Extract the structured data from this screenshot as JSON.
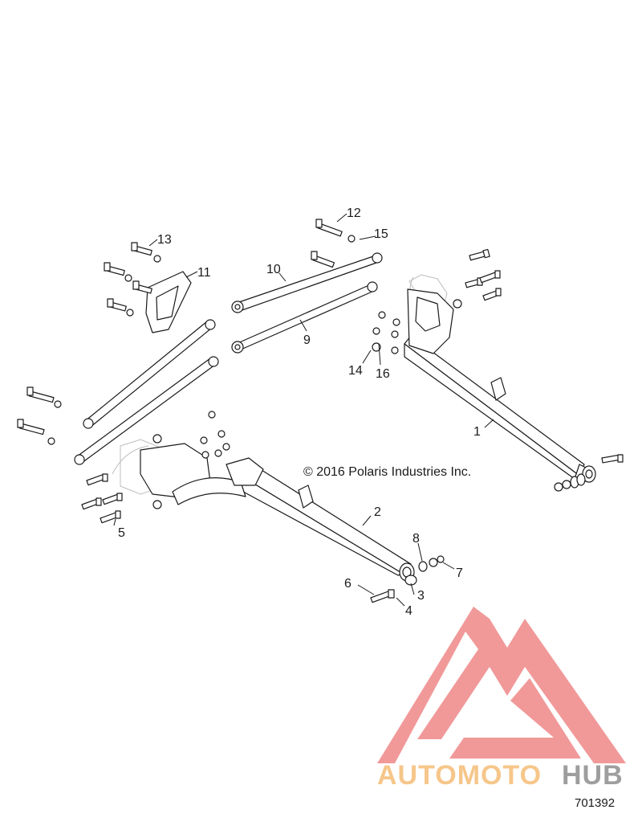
{
  "callouts": [
    {
      "id": "1",
      "label": "1"
    },
    {
      "id": "2",
      "label": "2"
    },
    {
      "id": "3",
      "label": "3"
    },
    {
      "id": "4",
      "label": "4"
    },
    {
      "id": "5",
      "label": "5"
    },
    {
      "id": "6",
      "label": "6"
    },
    {
      "id": "7",
      "label": "7"
    },
    {
      "id": "8",
      "label": "8"
    },
    {
      "id": "9",
      "label": "9"
    },
    {
      "id": "10",
      "label": "10"
    },
    {
      "id": "11",
      "label": "11"
    },
    {
      "id": "12",
      "label": "12"
    },
    {
      "id": "13",
      "label": "13"
    },
    {
      "id": "14",
      "label": "14"
    },
    {
      "id": "15",
      "label": "15"
    },
    {
      "id": "16",
      "label": "16"
    }
  ],
  "copyright": "© 2016 Polaris Industries Inc.",
  "figure_number": "701392",
  "watermark": {
    "text_part1": "AUTOMOTO",
    "text_part2": "HUB",
    "color_part1": "#f6c68a",
    "color_part2": "#9e9e9e",
    "logo_color": "#f08e8e",
    "logo_icon": "triangle-m-logo-icon"
  }
}
